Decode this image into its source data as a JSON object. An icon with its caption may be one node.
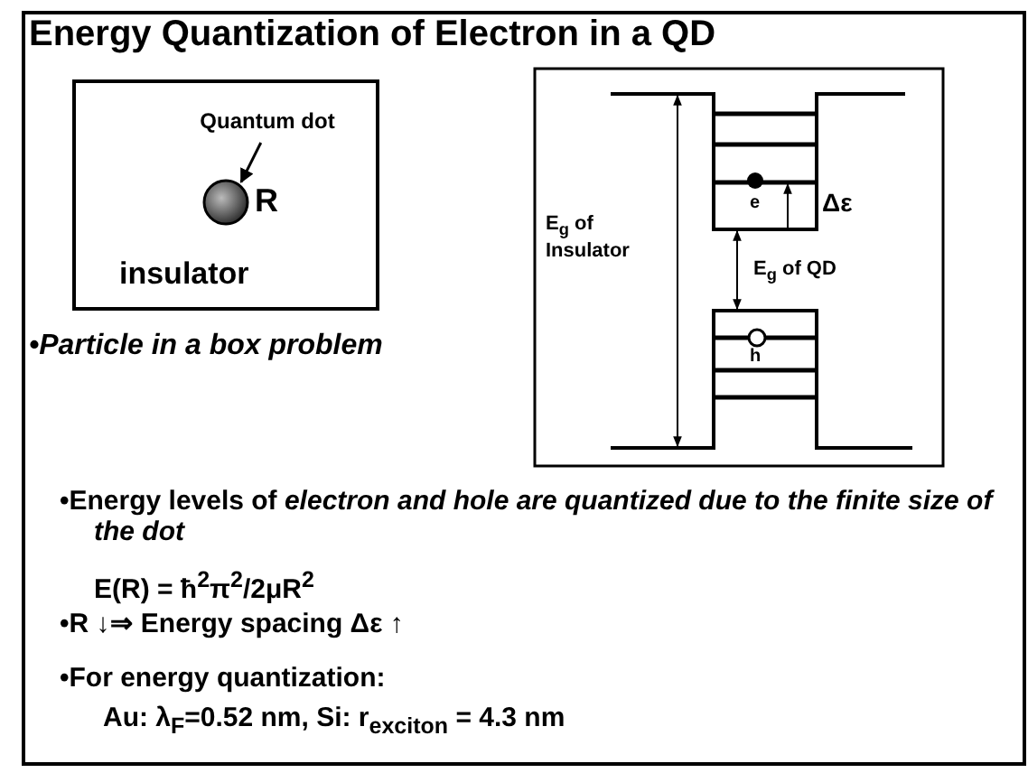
{
  "diagram": {
    "title": "Energy Quantization of Electron in a QD",
    "nodes": [
      {
        "text": [
          "insulator"
        ]
      },
      {
        "text": [
          "Quantum dot"
        ],
        "in": 0
      },
      {
        "text": [],
        "shape": "circle",
        "in": 0,
        "beside": [
          "R"
        ]
      }
    ],
    "edges": [
      {
        "from": 1,
        "to": 2,
        "arrow": "to"
      }
    ],
    "labels": [
      "•Particle in a box problem",
      "E$_{g}$ of Insulator",
      "e",
      "Δε",
      "E$_{g}$ of QD",
      "h",
      "•Energy levels of *electron and hole are quantized due to the finite size of the dot*",
      "E(R) = ħ$^{2}$π$^{2}$/2μR$^{2}$",
      "•R ↓⇒ Energy spacing Δε ↑",
      "•For energy quantization:",
      "Au: λ$_{F}$=0.52 nm, Si: r$_{exciton}$ = 4.3 nm"
    ]
  }
}
